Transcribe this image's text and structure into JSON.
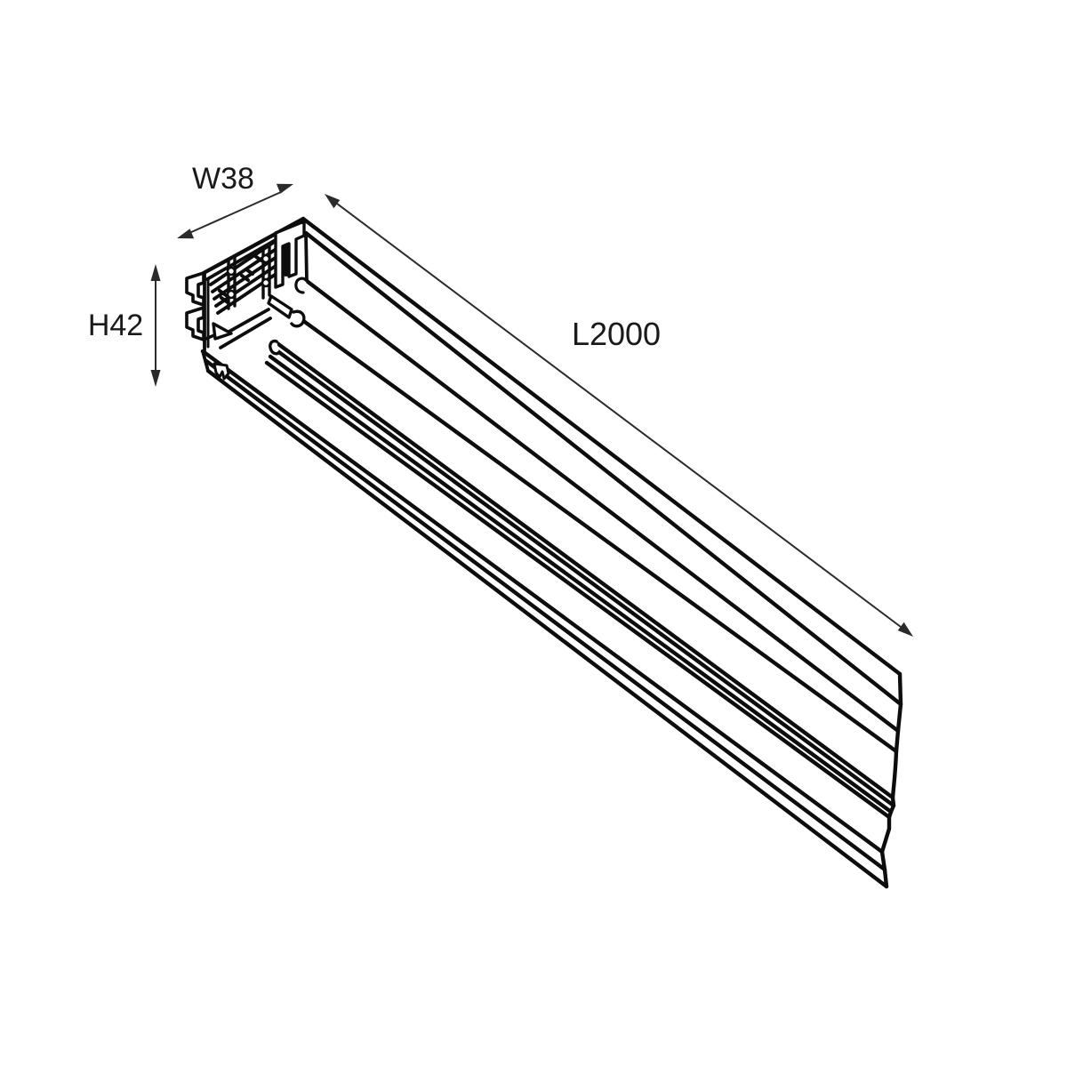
{
  "diagram": {
    "background_color": "#ffffff",
    "line_color": "#111111",
    "dimension_color": "#2b2b2b",
    "dimensions": {
      "width_label": "W38",
      "height_label": "H42",
      "length_label": "L2000"
    }
  }
}
